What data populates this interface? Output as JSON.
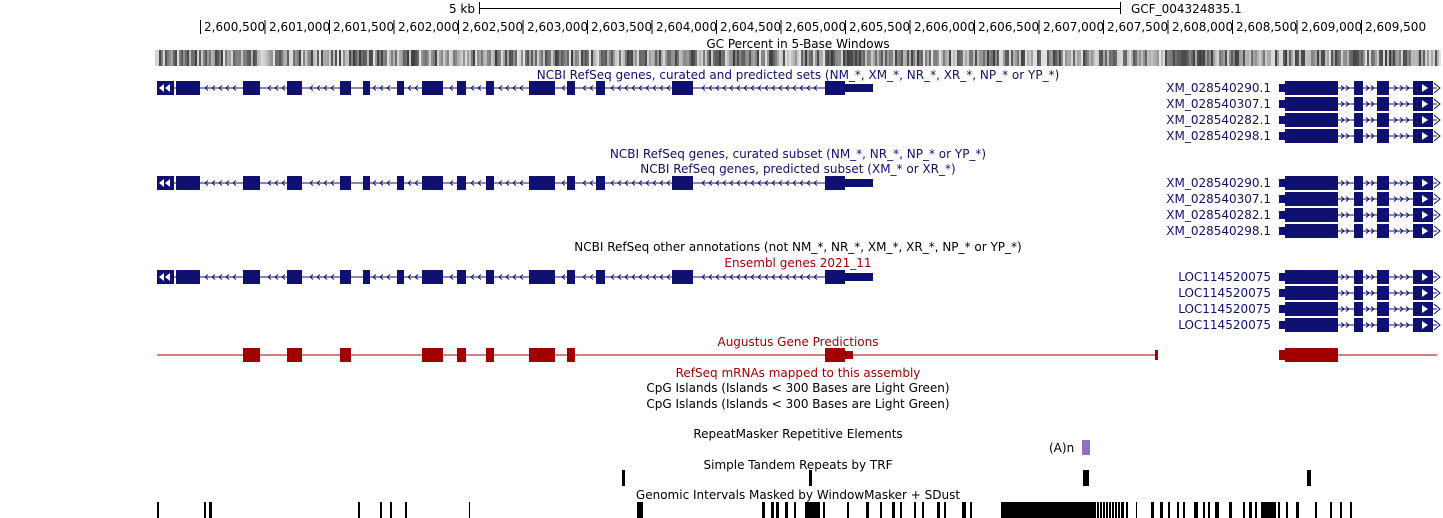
{
  "scale": {
    "kb_label": "5 kb",
    "assembly": "GCF_004324835.1"
  },
  "ruler": {
    "ticks": [
      "2,600,500",
      "2,601,000",
      "2,601,500",
      "2,602,000",
      "2,602,500",
      "2,603,000",
      "2,603,500",
      "2,604,000",
      "2,604,500",
      "2,605,000",
      "2,605,500",
      "2,606,000",
      "2,606,500",
      "2,607,000",
      "2,607,500",
      "2,608,000",
      "2,608,500",
      "2,609,000",
      "2,609,500"
    ]
  },
  "tracks": {
    "gc_percent": "GC Percent in 5-Base Windows",
    "refseq_all": "NCBI RefSeq genes, curated and predicted sets (NM_*, XM_*, NR_*, XR_*, NP_* or YP_*)",
    "refseq_curated": "NCBI RefSeq genes, curated subset (NM_*, NR_*, NP_* or YP_*)",
    "refseq_predicted": "NCBI RefSeq genes, predicted subset (XM_* or XR_*)",
    "refseq_other": "NCBI RefSeq other annotations (not NM_*, NR_*, XM_*, XR_*, NP_* or YP_*)",
    "ensembl": "Ensembl genes 2021_11",
    "augustus": "Augustus Gene Predictions",
    "refseq_mrna": "RefSeq mRNAs mapped to this assembly",
    "cpg1": "CpG Islands (Islands < 300 Bases are Light Green)",
    "cpg2": "CpG Islands (Islands < 300 Bases are Light Green)",
    "repeatmasker": "RepeatMasker Repetitive Elements",
    "repeat_label": "(A)n",
    "trf": "Simple Tandem Repeats by TRF",
    "windowmasker": "Genomic Intervals Masked by WindowMasker + SDust"
  },
  "gene_labels": {
    "set1": [
      "XM_028540290.1",
      "XM_028540307.1",
      "XM_028540282.1",
      "XM_028540298.1"
    ],
    "set2": [
      "XM_028540290.1",
      "XM_028540307.1",
      "XM_028540282.1",
      "XM_028540298.1"
    ],
    "loc": [
      "LOC114520075",
      "LOC114520075",
      "LOC114520075",
      "LOC114520075"
    ]
  },
  "colors": {
    "navy": "#101070",
    "red": "#a00000",
    "repeat": "#9070c0"
  }
}
